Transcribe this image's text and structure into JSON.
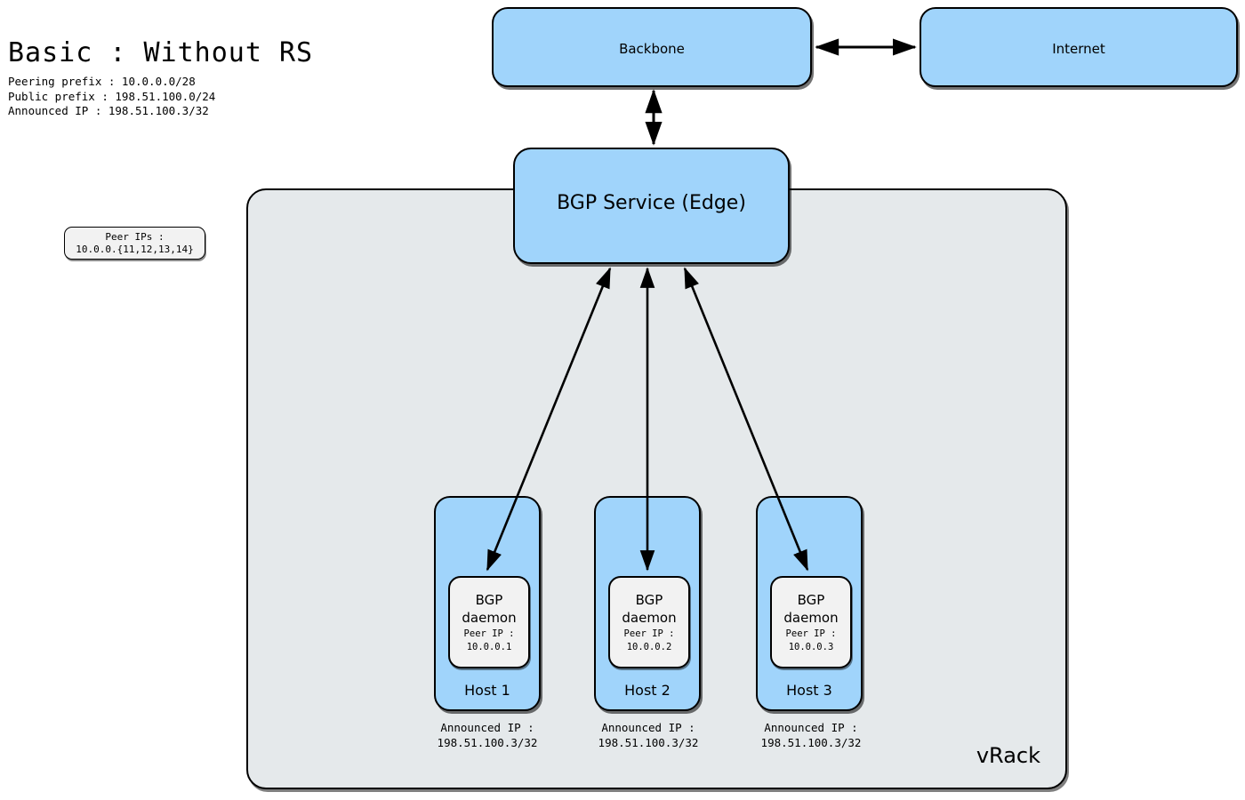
{
  "title": {
    "heading": "Basic : Without RS",
    "lines": [
      "Peering prefix : 10.0.0.0/28",
      "Public prefix : 198.51.100.0/24",
      "Announced IP : 198.51.100.3/32"
    ]
  },
  "colors": {
    "node_fill": "#a0d4fb",
    "vrack_fill": "#e5e9eb",
    "inner_fill": "#f2f2f2",
    "stroke": "#000000",
    "page_background": "#ffffff"
  },
  "nodes": {
    "backbone": {
      "label": "Backbone"
    },
    "internet": {
      "label": "Internet"
    },
    "bgp_service": {
      "label": "BGP Service (Edge)",
      "peer_ips": {
        "caption": "Peer IPs :",
        "value": "10.0.0.{11,12,13,14}"
      }
    },
    "vrack": {
      "label": "vRack"
    }
  },
  "hosts": [
    {
      "name": "Host 1",
      "daemon_line1": "BGP",
      "daemon_line2": "daemon",
      "peer_caption": "Peer IP :",
      "peer_ip": "10.0.0.1",
      "announced_caption": "Announced IP :",
      "announced_ip": "198.51.100.3/32"
    },
    {
      "name": "Host 2",
      "daemon_line1": "BGP",
      "daemon_line2": "daemon",
      "peer_caption": "Peer IP :",
      "peer_ip": "10.0.0.2",
      "announced_caption": "Announced IP :",
      "announced_ip": "198.51.100.3/32"
    },
    {
      "name": "Host 3",
      "daemon_line1": "BGP",
      "daemon_line2": "daemon",
      "peer_caption": "Peer IP :",
      "peer_ip": "10.0.0.3",
      "announced_caption": "Announced IP :",
      "announced_ip": "198.51.100.3/32"
    }
  ],
  "connections": [
    {
      "name": "backbone-internet",
      "from": "Backbone",
      "to": "Internet",
      "style": "double-arrow"
    },
    {
      "name": "backbone-bgp-service",
      "from": "Backbone",
      "to": "BGP Service (Edge)",
      "style": "double-arrow"
    },
    {
      "name": "bgp-service-host-1",
      "from": "BGP Service (Edge)",
      "to": "Host 1",
      "style": "double-arrow"
    },
    {
      "name": "bgp-service-host-2",
      "from": "BGP Service (Edge)",
      "to": "Host 2",
      "style": "double-arrow"
    },
    {
      "name": "bgp-service-host-3",
      "from": "BGP Service (Edge)",
      "to": "Host 3",
      "style": "double-arrow"
    }
  ]
}
